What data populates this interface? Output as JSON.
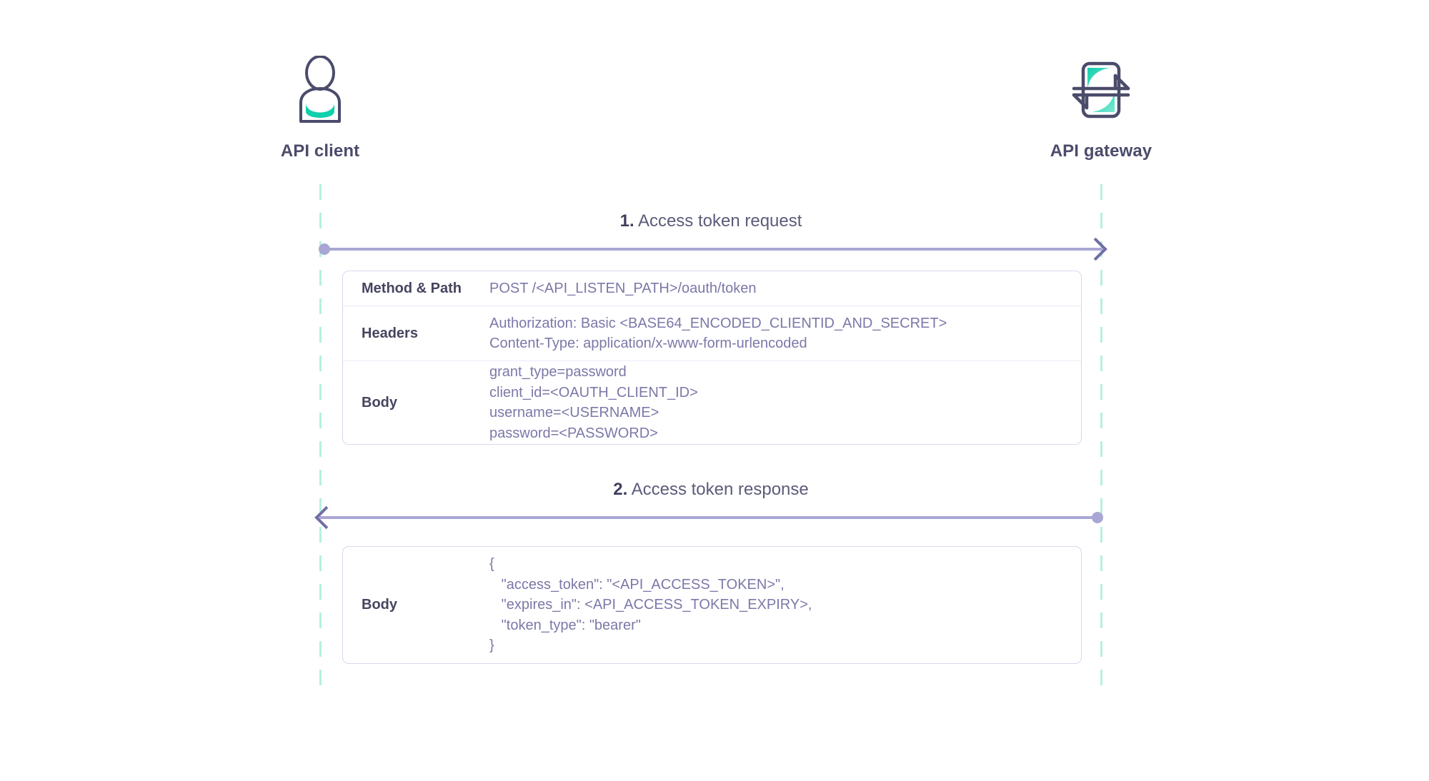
{
  "actors": [
    {
      "id": "api-client",
      "label": "API client",
      "icon": "user-icon"
    },
    {
      "id": "api-gateway",
      "label": "API gateway",
      "icon": "gateway-exchange-icon"
    }
  ],
  "messages": [
    {
      "number": "1.",
      "label": "Access token request",
      "direction": "right",
      "panel": {
        "rows": [
          {
            "label": "Method & Path",
            "lines": [
              "POST /<API_LISTEN_PATH>/oauth/token"
            ]
          },
          {
            "label": "Headers",
            "lines": [
              "Authorization: Basic <BASE64_ENCODED_CLIENTID_AND_SECRET>",
              "Content-Type: application/x-www-form-urlencoded"
            ]
          },
          {
            "label": "Body",
            "lines": [
              "grant_type=password",
              "client_id=<OAUTH_CLIENT_ID>",
              "username=<USERNAME>",
              "password=<PASSWORD>"
            ]
          }
        ]
      }
    },
    {
      "number": "2.",
      "label": "Access token response",
      "direction": "left",
      "panel": {
        "rows": [
          {
            "label": "Body",
            "lines": [
              "{",
              "   \"access_token\": \"<API_ACCESS_TOKEN>\",",
              "   \"expires_in\": <API_ACCESS_TOKEN_EXPIRY>,",
              "   \"token_type\": \"bearer\"",
              "}"
            ]
          }
        ]
      }
    }
  ],
  "colors": {
    "ink": "#4b4b6b",
    "value_text": "#7b78a8",
    "arrow_line": "#a9a6d4",
    "arrow_head": "#716ea6",
    "lifeline": "#b6f0e0",
    "panel_border": "#d9d6ee",
    "accent_teal": "#0fd0ac",
    "icon_outline": "#4b4b6b"
  }
}
